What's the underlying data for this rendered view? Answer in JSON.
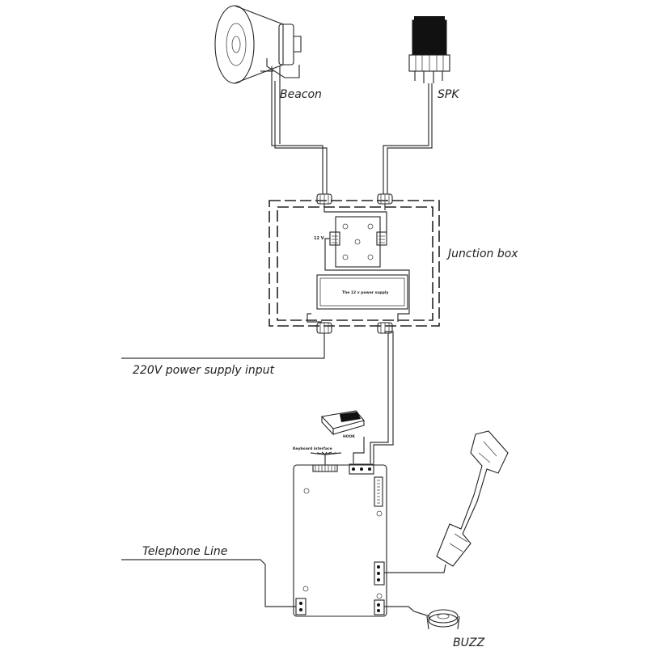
{
  "labels": {
    "beacon": "Beacon",
    "spk": "SPK",
    "junction_box": "Junction box",
    "power_supply_input": "220V power supply input",
    "telephone_line": "Telephone Line",
    "buzz": "BUZZ",
    "twelve_v": "12 V",
    "power_supply_module": "The 12 v power supply",
    "keyboard_interface": "Keyboard interface",
    "hook": "HOOK"
  }
}
